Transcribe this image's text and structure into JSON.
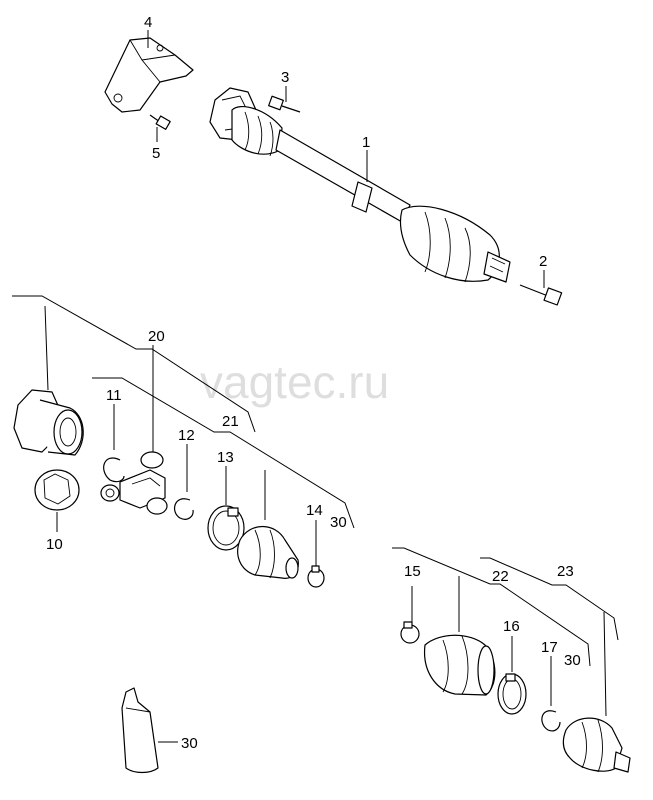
{
  "watermark": "vagtec.ru",
  "callouts": {
    "c1": "1",
    "c2": "2",
    "c3": "3",
    "c4": "4",
    "c5": "5",
    "c10": "10",
    "c11": "11",
    "c12": "12",
    "c13": "13",
    "c14": "14",
    "c15": "15",
    "c16": "16",
    "c17": "17",
    "c20": "20",
    "c21": "21",
    "c22": "22",
    "c23": "23",
    "c30a": "30",
    "c30b": "30",
    "c30c": "30"
  }
}
